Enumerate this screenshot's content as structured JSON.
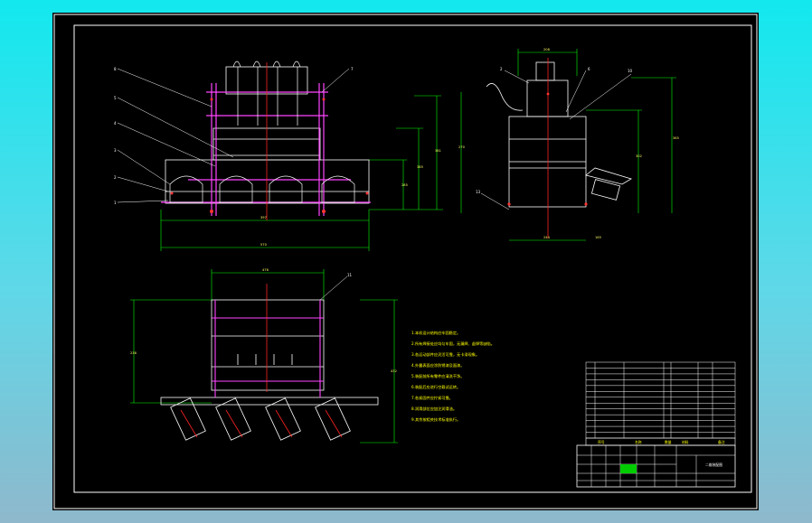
{
  "drawing": {
    "front_view": {
      "part_callouts": [
        "8",
        "5",
        "4",
        "3",
        "2",
        "1",
        "7"
      ],
      "dimensions": [
        "397",
        "570",
        "285",
        "385",
        "381"
      ]
    },
    "side_view": {
      "part_callouts": [
        "2",
        "6",
        "10",
        "13"
      ],
      "dimensions": [
        "208",
        "244",
        "385",
        "302",
        "270",
        "165"
      ]
    },
    "top_view": {
      "part_callouts": [
        "11"
      ],
      "dimensions": [
        "476",
        "238",
        "432"
      ]
    },
    "technical_notes": [
      "1.本机设计结构应牢固稳定。",
      "2.所有焊接处应均匀牢固，无漏焊、虚焊等缺陷。",
      "3.各运动部件应灵活可靠，无卡滞现象。",
      "4.外露表面应涂防锈漆及面漆。",
      "5.装配前所有零件应清洗干净。",
      "6.装配后应进行空载试运转。",
      "7.各紧固件应拧紧可靠。",
      "8.润滑部位应加注润滑油。",
      "9.其余按相关技术标准执行。"
    ],
    "title_block": {
      "title": "二维装配图",
      "header": [
        "序号",
        "名称",
        "数量",
        "材料",
        "备注"
      ]
    }
  }
}
